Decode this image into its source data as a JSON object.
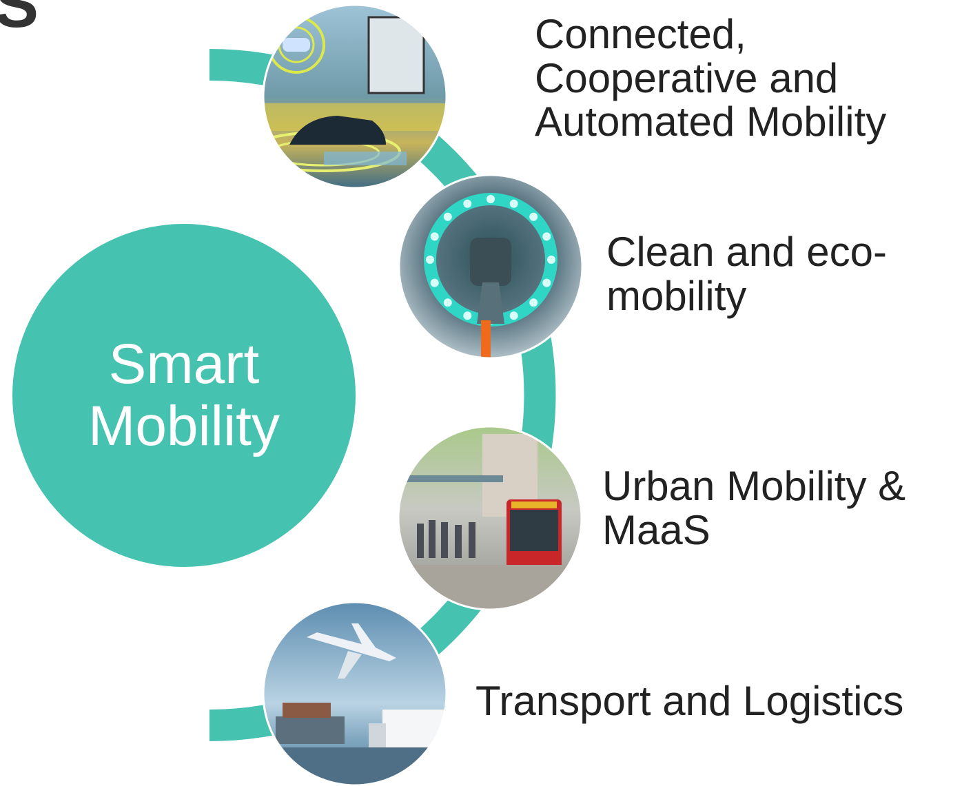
{
  "page": {
    "title_fragment": "S",
    "accent_color": "#45c3b0"
  },
  "center": {
    "line1": "Smart",
    "line2": "Mobility"
  },
  "items": [
    {
      "lines": [
        "Connected,",
        "Cooperative and",
        "Automated Mobility"
      ],
      "image": "autonomous-car-sensors-photo"
    },
    {
      "lines": [
        "Clean and eco-",
        "mobility"
      ],
      "image": "ev-charging-plug-photo"
    },
    {
      "lines": [
        "Urban Mobility &",
        "MaaS"
      ],
      "image": "city-bus-street-photo"
    },
    {
      "lines": [
        "Transport and Logistics"
      ],
      "image": "airplane-ship-truck-photo"
    }
  ]
}
